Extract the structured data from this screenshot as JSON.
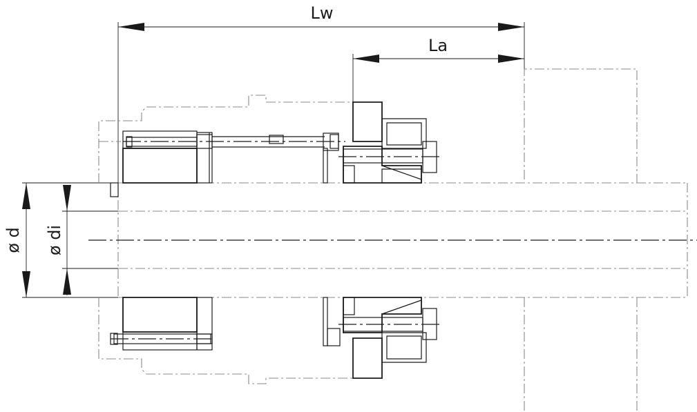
{
  "dimensions": {
    "lw_label": "Lw",
    "la_label": "La",
    "d_label": "ø d",
    "di_label": "ø di"
  },
  "colors": {
    "line": "#1a1a1a",
    "phantom": "#8a8a8a",
    "background": "#ffffff"
  }
}
